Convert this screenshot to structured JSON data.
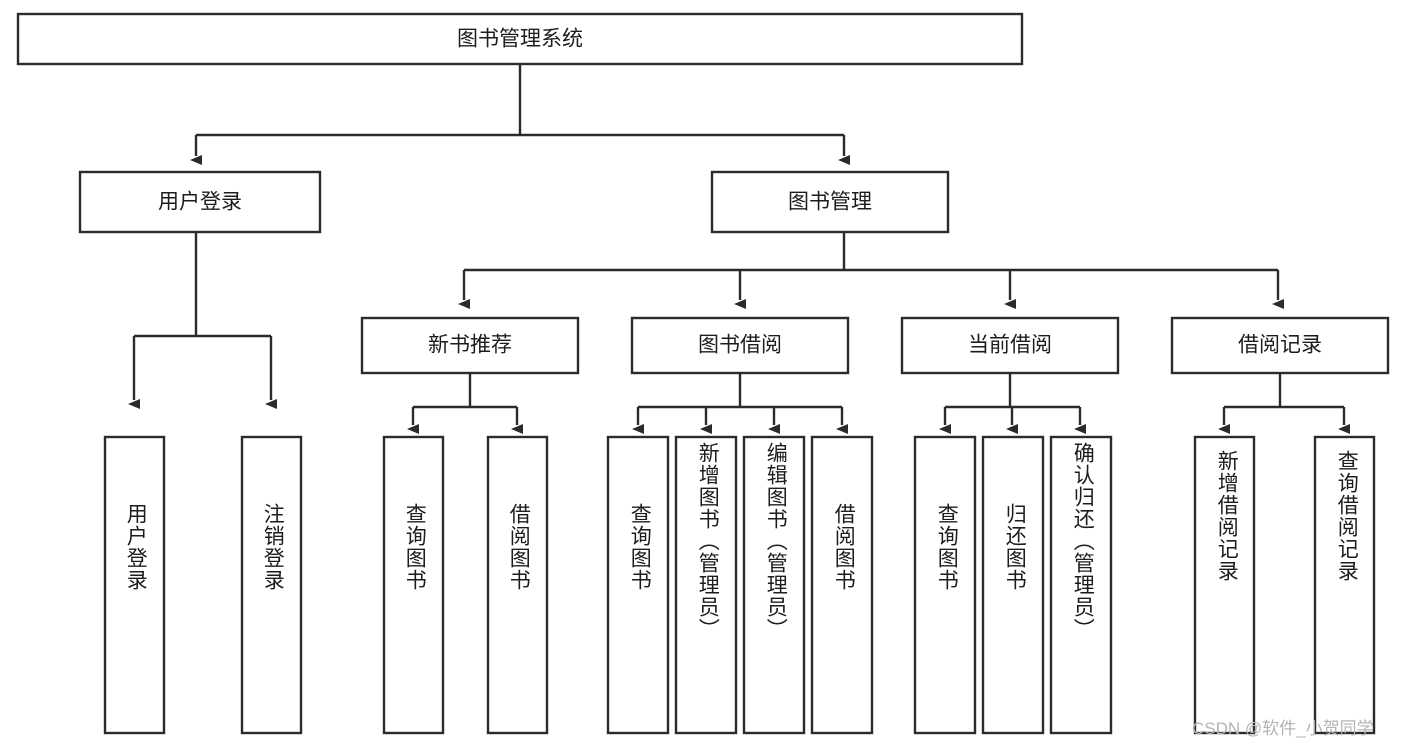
{
  "diagram": {
    "type": "tree",
    "title": "图书管理系统",
    "root": {
      "label": "图书管理系统"
    },
    "level2": [
      {
        "label": "用户登录"
      },
      {
        "label": "图书管理"
      }
    ],
    "level3": [
      {
        "label": "新书推荐"
      },
      {
        "label": "图书借阅"
      },
      {
        "label": "当前借阅"
      },
      {
        "label": "借阅记录"
      }
    ],
    "leaves": {
      "user_login": [
        {
          "label": "用户登录"
        },
        {
          "label": "注销登录"
        }
      ],
      "new_book_recommend": [
        {
          "label": "查询图书"
        },
        {
          "label": "借阅图书"
        }
      ],
      "book_borrow": [
        {
          "label": "查询图书"
        },
        {
          "label": "新增图书（管理员）"
        },
        {
          "label": "编辑图书（管理员）"
        },
        {
          "label": "借阅图书"
        }
      ],
      "current_borrow": [
        {
          "label": "查询图书"
        },
        {
          "label": "归还图书"
        },
        {
          "label": "确认归还（管理员）"
        }
      ],
      "borrow_record": [
        {
          "label": "新增借阅记录"
        },
        {
          "label": "查询借阅记录"
        }
      ]
    }
  },
  "watermark": {
    "text": "CSDN @软件_小贺同学"
  },
  "colors": {
    "stroke": "#2b2b2b",
    "box_fill": "#ffffff",
    "text": "#1d1d1d",
    "watermark": "#b4b4b4",
    "background": "#ffffff"
  }
}
